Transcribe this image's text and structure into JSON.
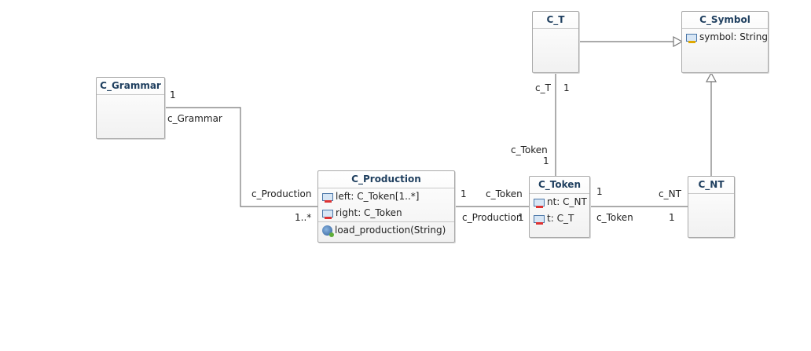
{
  "classes": {
    "c_grammar": {
      "name": "C_Grammar"
    },
    "c_production": {
      "name": "C_Production",
      "attributes": [
        "left: C_Token[1..*]",
        "right: C_Token"
      ],
      "operations": [
        "load_production(String)"
      ]
    },
    "c_token": {
      "name": "C_Token",
      "attributes": [
        "nt: C_NT",
        "t: C_T"
      ]
    },
    "c_t": {
      "name": "C_T"
    },
    "c_symbol": {
      "name": "C_Symbol",
      "attributes": [
        "symbol: String"
      ]
    },
    "c_nt": {
      "name": "C_NT"
    }
  },
  "associations": {
    "grammar_production": {
      "grammar_mult": "1",
      "grammar_role": "c_Grammar",
      "production_role": "c_Production",
      "production_mult": "1..*"
    },
    "production_token": {
      "production_mult": "1",
      "token_role": "c_Token",
      "production_role": "c_Production",
      "token_mult": "1"
    },
    "t_token": {
      "t_role": "c_T",
      "t_mult": "1",
      "token_role": "c_Token",
      "token_mult": "1"
    },
    "token_nt": {
      "token_mult": "1",
      "nt_role": "c_NT",
      "token_role": "c_Token",
      "nt_mult": "1"
    }
  },
  "colors": {
    "line": "#777777",
    "class_name": "#1f3f5f",
    "border": "#a9a9a9"
  }
}
